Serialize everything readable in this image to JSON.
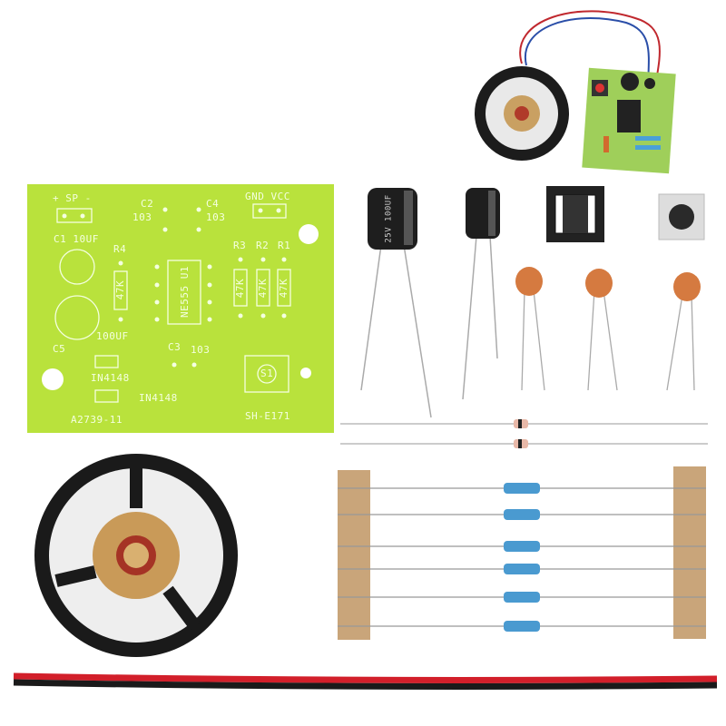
{
  "pcb": {
    "sp_label": "+ SP  -",
    "gnd_vcc_label": "GND VCC",
    "c2_label": "C2",
    "c2_value": "103",
    "c4_label": "C4",
    "c4_value": "103",
    "c1_label": "C1 10UF",
    "r4_label": "R4",
    "r4_value": "47K",
    "ic_label": "NE555 U1",
    "r3_label": "R3",
    "r2_label": "R2",
    "r1_label": "R1",
    "r_value": "47K",
    "c5_label": "C5",
    "c5_value": "100UF",
    "c3_label": "C3",
    "c3_value": "103",
    "d1_label": "IN4148",
    "d2_label": "IN4148",
    "switch_label": "S1",
    "board_id": "A2739-11",
    "model_label": "SH-E171"
  },
  "electrolytic_cap_label": "25V 100UF",
  "colors": {
    "pcb_green": "#b9e23c",
    "wire_red": "#d21f2a",
    "wire_black": "#1a1a1a",
    "tape": "#c9a57a"
  }
}
